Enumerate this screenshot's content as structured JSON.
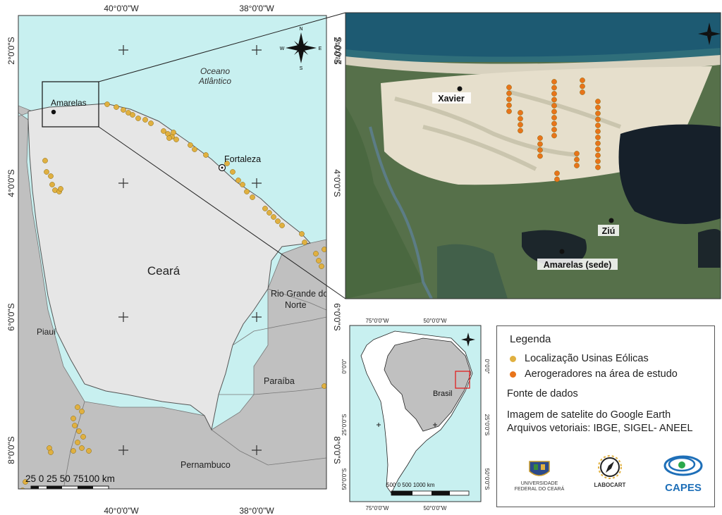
{
  "main_map": {
    "lon_labels": [
      "40°0'0\"W",
      "38°0'0\"W"
    ],
    "lat_labels": [
      "2°0'0\"S",
      "4°0'0\"S",
      "6°0'0\"S",
      "8°0'0\"S"
    ],
    "ocean_label_1": "Oceano",
    "ocean_label_2": "Atlântico",
    "state_ceara": "Ceará",
    "state_piaui": "Piauí",
    "state_rn_1": "Rio Grande do",
    "state_rn_2": "Norte",
    "state_paraiba": "Paraíba",
    "state_pernambuco": "Pernambuco",
    "city_amarelas": "Amarelas",
    "city_fortaleza": "Fortaleza",
    "scale_label": "25  0  25 50  75100 km",
    "north_n": "N",
    "north_s": "S",
    "north_e": "E",
    "north_w": "W"
  },
  "satellite": {
    "lat_labels": [
      "2°0'0\"S",
      "2°0'0\"S"
    ],
    "place_xavier": "Xavier",
    "place_ziu": "Ziú",
    "place_amarelas_sede": "Amarelas (sede)"
  },
  "inset": {
    "lon_labels": [
      "75°0'0\"W",
      "50°0'0\"W"
    ],
    "lat_labels": [
      "0°0'0\"",
      "25°0'0\"S",
      "50°0'0\"S"
    ],
    "country": "Brasil",
    "scale_label": "500   0    500     1000 km"
  },
  "legend": {
    "title": "Legenda",
    "items": [
      {
        "label": "Localização Usinas Eólicas",
        "color": "#e0b040"
      },
      {
        "label": "Aerogeradores na área de estudo",
        "color": "#e8741a"
      }
    ],
    "source_title": "Fonte de dados",
    "source_line_1": "Imagem de satelite do Google Earth",
    "source_line_2": "Arquivos vetoriais: IBGE, SIGEL- ANEEL"
  },
  "logos": {
    "ufc_1": "UNIVERSIDADE",
    "ufc_2": "FEDERAL DO CEARÁ",
    "labocart": "LABOCART",
    "capes": "CAPES"
  },
  "colors": {
    "ocean": "#c8f0f0",
    "ceara": "#e6e6e6",
    "neighbors": "#c0c0c0",
    "wind_farm": "#e0b040",
    "turbine": "#e8741a"
  }
}
